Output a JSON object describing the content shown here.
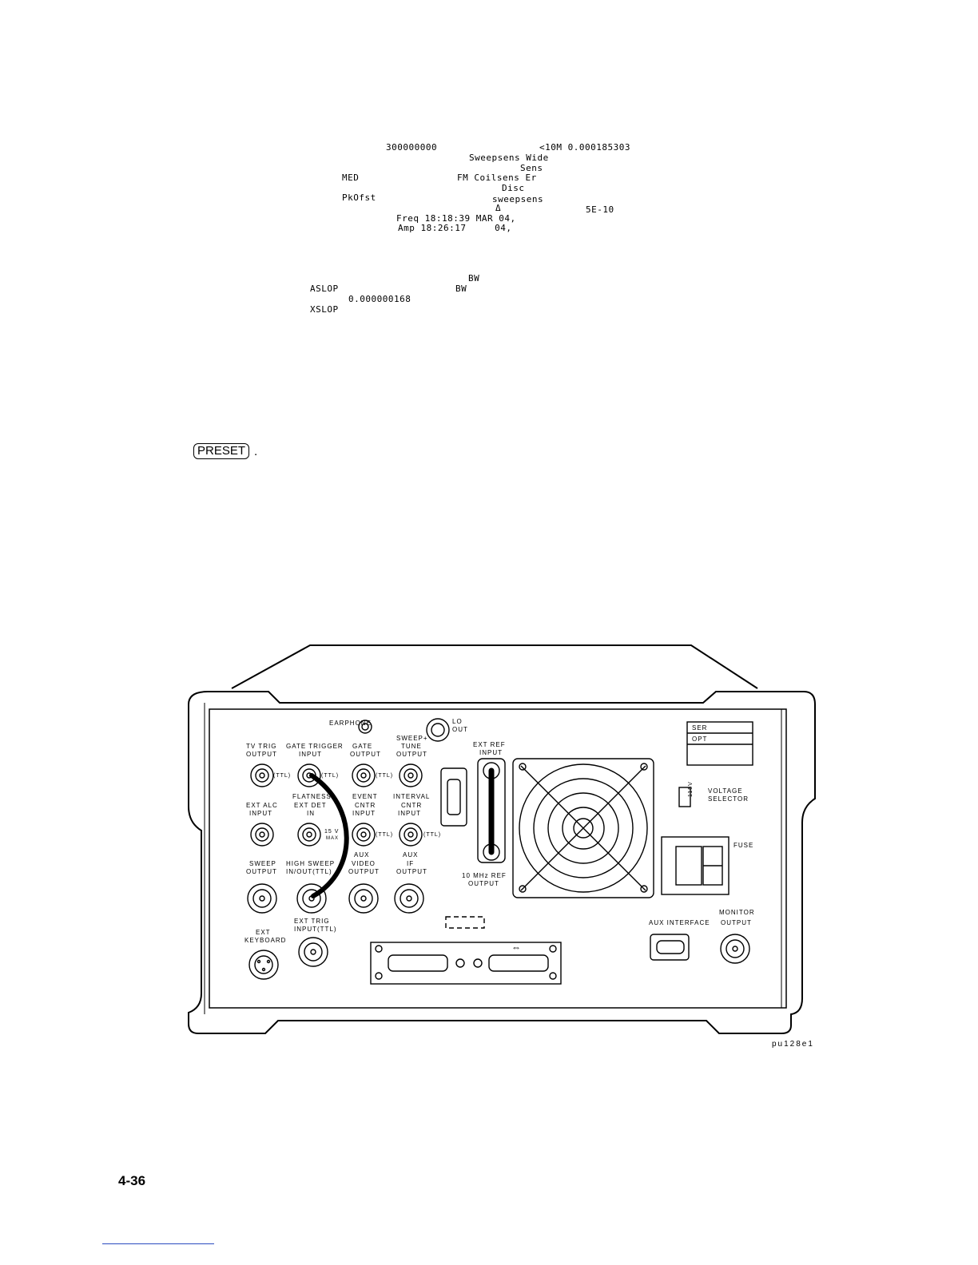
{
  "screen_dump": {
    "line1_left": "300000000",
    "line1_right": "<10M 0.000185303",
    "line2": "Sweepsens Wide",
    "line3": "Sens",
    "line4_left": "MED",
    "line4_right": "FM Coilsens Er",
    "line5": "Disc",
    "line6_left": "PkOfst",
    "line6_right": "sweepsens",
    "line7_delta": "Δ",
    "line7_right": "5E-10",
    "line8": "Freq 18:18:39 MAR 04,",
    "line9": "Amp 18:26:17     04,",
    "bw1": "BW",
    "aslop": "ASLOP",
    "bw2": "BW",
    "slope_value": "0.000000168",
    "xslop": "XSLOP"
  },
  "key": {
    "label": "PRESET",
    "suffix": "."
  },
  "panel": {
    "earphone": "EARPHONE",
    "lo": "LO",
    "out": "OUT",
    "tv_trig": "TV TRIG",
    "output": "OUTPUT",
    "gate_trigger": "GATE TRIGGER",
    "input": "INPUT",
    "gate": "GATE",
    "sweep_tune": "SWEEP+",
    "tune": "TUNE",
    "ext_ref": "EXT REF",
    "ttl": "(TTL)",
    "ext_alc": "EXT ALC",
    "flatness": "FLATNESS",
    "ext_det": "EXT DET",
    "in": "IN",
    "event": "EVENT",
    "cntr": "CNTR",
    "interval": "INTERVAL",
    "max_v": "15 V",
    "max": "MAX",
    "sweep": "SWEEP",
    "high_sweep": "HIGH SWEEP",
    "in_out": "IN/OUT(TTL)",
    "aux": "AUX",
    "video": "VIDEO",
    "if": "IF",
    "ref_10mhz": "10 MHz REF",
    "ext_trig": "EXT TRIG",
    "input_ttl": "INPUT(TTL)",
    "ext": "EXT",
    "keyboard": "KEYBOARD",
    "ser": "SER",
    "opt": "OPT",
    "v115": "115V",
    "voltage": "VOLTAGE",
    "selector": "SELECTOR",
    "fuse": "FUSE",
    "aux_interface": "AUX INTERFACE",
    "monitor": "MONITOR",
    "monitor_output": "OUTPUT",
    "arrows": "⇔"
  },
  "figure_id": "pu128e1",
  "page_number": "4-36"
}
